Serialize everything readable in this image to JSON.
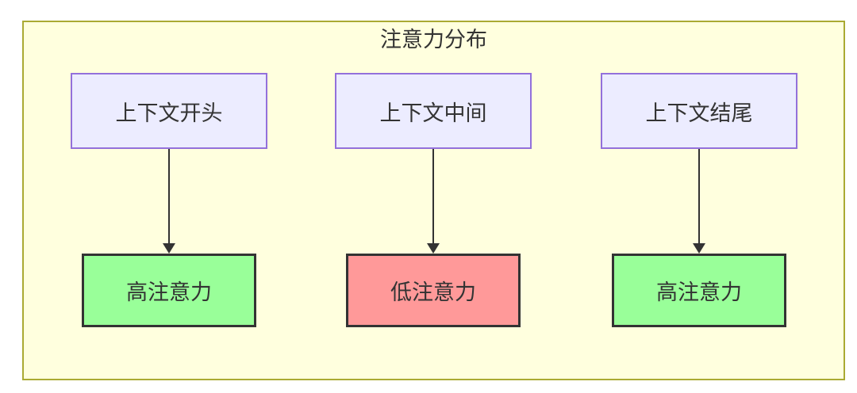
{
  "diagram": {
    "title": "注意力分布",
    "style": {
      "page_background": "#ffffff",
      "group_fill": "#ffffde",
      "group_border": "#aaaa33",
      "source_fill": "#ececff",
      "source_border": "#9370db",
      "high_attention_fill": "#99ff99",
      "low_attention_fill": "#ff9999",
      "result_border": "#333333",
      "arrow_color": "#333333",
      "text_color": "#333333"
    },
    "columns": [
      {
        "source": "上下文开头",
        "result": "高注意力",
        "result_fill": "#99ff99"
      },
      {
        "source": "上下文中间",
        "result": "低注意力",
        "result_fill": "#ff9999"
      },
      {
        "source": "上下文结尾",
        "result": "高注意力",
        "result_fill": "#99ff99"
      }
    ]
  }
}
